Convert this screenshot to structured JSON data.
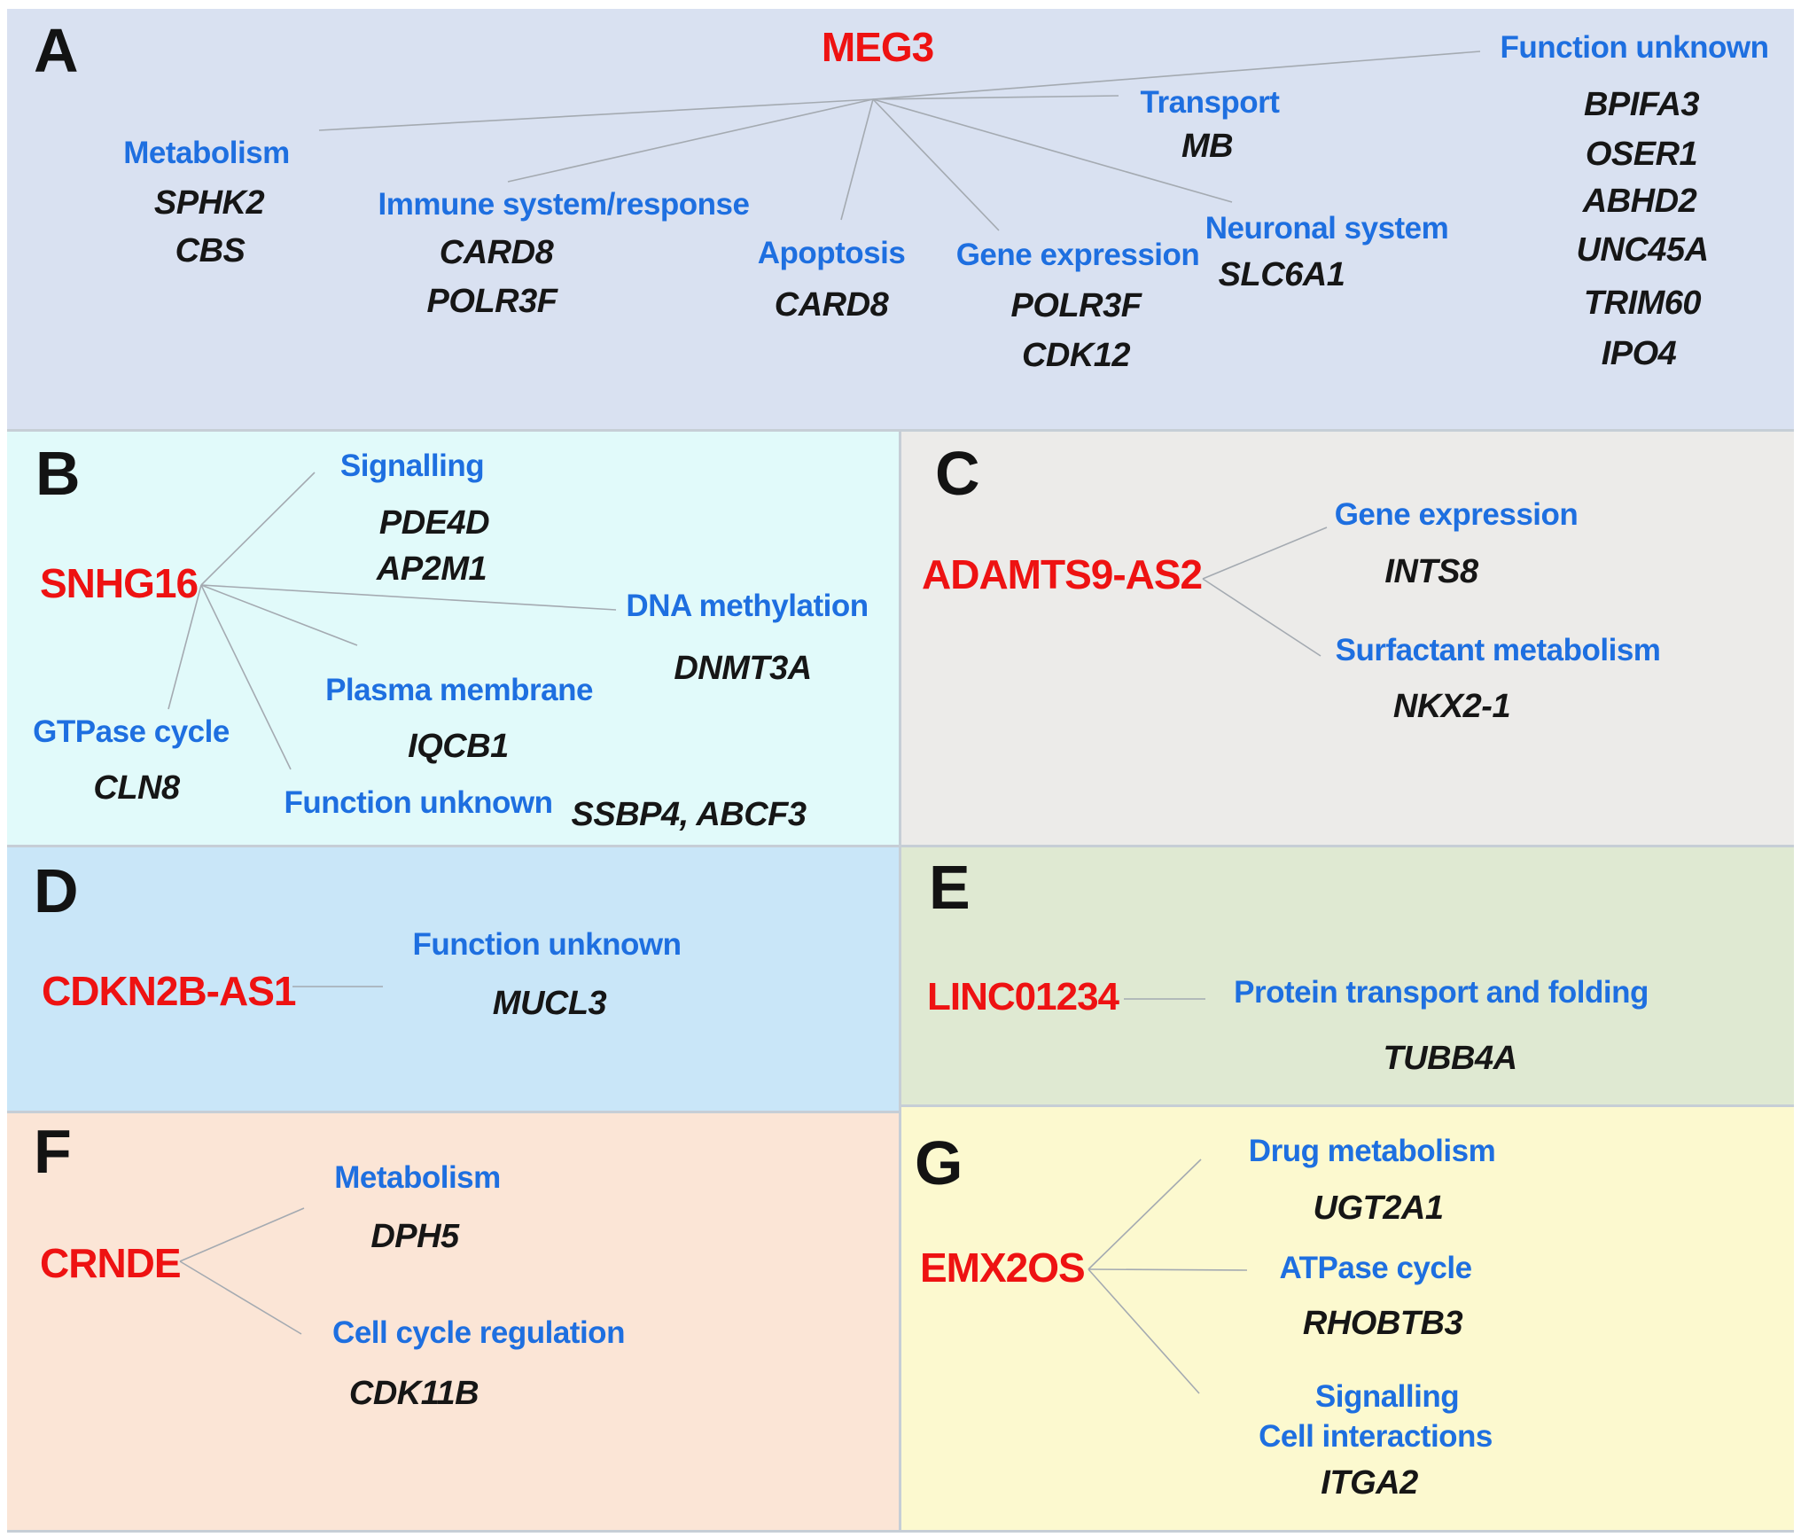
{
  "colors": {
    "lncrna_red": "#ee1212",
    "category_blue": "#1e6fe0",
    "gene_black": "#161616",
    "divider_gray": "#c6ced6",
    "connector_gray": "#a4aab1",
    "panel_a_bg": "#d9e1f1",
    "panel_b_bg": "#e1fafa",
    "panel_c_bg": "#ecebe9",
    "panel_d_bg": "#c9e6f8",
    "panel_e_bg": "#dfe9d2",
    "panel_f_bg": "#fbe5d6",
    "panel_g_bg": "#fcf9cf"
  },
  "panels": {
    "a": {
      "label": "A",
      "lncrna": "MEG3",
      "groups": [
        {
          "category": "Metabolism",
          "genes": [
            "SPHK2",
            "CBS"
          ]
        },
        {
          "category": "Immune system/response",
          "genes": [
            "CARD8",
            "POLR3F"
          ]
        },
        {
          "category": "Apoptosis",
          "genes": [
            "CARD8"
          ]
        },
        {
          "category": "Gene expression",
          "genes": [
            "POLR3F",
            "CDK12"
          ]
        },
        {
          "category": "Transport",
          "genes": [
            "MB"
          ]
        },
        {
          "category": "Neuronal system",
          "genes": [
            "SLC6A1"
          ]
        },
        {
          "category": "Function unknown",
          "genes": [
            "BPIFA3",
            "OSER1",
            "ABHD2",
            "UNC45A",
            "TRIM60",
            "IPO4"
          ]
        }
      ]
    },
    "b": {
      "label": "B",
      "lncrna": "SNHG16",
      "groups": [
        {
          "category": "Signalling",
          "genes": [
            "PDE4D",
            "AP2M1"
          ]
        },
        {
          "category": "DNA methylation",
          "genes": [
            "DNMT3A"
          ]
        },
        {
          "category": "Plasma membrane",
          "genes": [
            "IQCB1"
          ]
        },
        {
          "category": "GTPase cycle",
          "genes": [
            "CLN8"
          ]
        },
        {
          "category": "Function unknown",
          "genes": [
            "SSBP4, ABCF3"
          ]
        }
      ]
    },
    "c": {
      "label": "C",
      "lncrna": "ADAMTS9-AS2",
      "groups": [
        {
          "category": "Gene expression",
          "genes": [
            "INTS8"
          ]
        },
        {
          "category": "Surfactant metabolism",
          "genes": [
            "NKX2-1"
          ]
        }
      ]
    },
    "d": {
      "label": "D",
      "lncrna": "CDKN2B-AS1",
      "groups": [
        {
          "category": "Function unknown",
          "genes": [
            "MUCL3"
          ]
        }
      ]
    },
    "e": {
      "label": "E",
      "lncrna": "LINC01234",
      "groups": [
        {
          "category": "Protein transport and folding",
          "genes": [
            "TUBB4A"
          ]
        }
      ]
    },
    "f": {
      "label": "F",
      "lncrna": "CRNDE",
      "groups": [
        {
          "category": "Metabolism",
          "genes": [
            "DPH5"
          ]
        },
        {
          "category": "Cell cycle regulation",
          "genes": [
            "CDK11B"
          ]
        }
      ]
    },
    "g": {
      "label": "G",
      "lncrna": "EMX2OS",
      "groups": [
        {
          "category": "Drug metabolism",
          "genes": [
            "UGT2A1"
          ]
        },
        {
          "category": "ATPase cycle",
          "genes": [
            "RHOBTB3"
          ]
        },
        {
          "category": "Signalling",
          "genes": []
        },
        {
          "category": "Cell interactions",
          "genes": [
            "ITGA2"
          ]
        }
      ]
    }
  }
}
